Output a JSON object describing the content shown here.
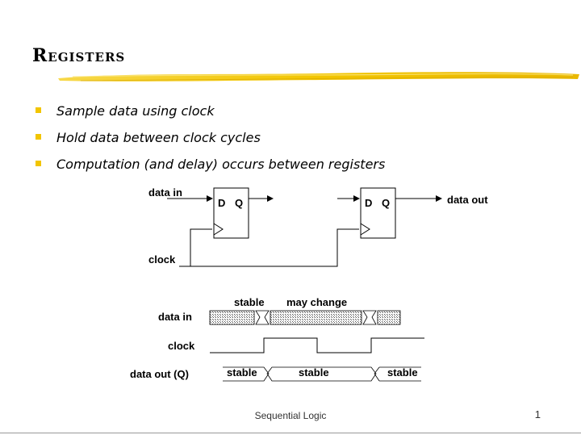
{
  "slide": {
    "title": "Registers",
    "bullets": [
      "Sample data using clock",
      "Hold data between clock cycles",
      "Computation (and delay) occurs between registers"
    ],
    "footer": "Sequential Logic",
    "page_number": "1",
    "accent_color": "#f2c500"
  },
  "circuit": {
    "input_label": "data in",
    "output_label": "data out",
    "clock_label": "clock",
    "register_1": {
      "d": "D",
      "q": "Q"
    },
    "register_2": {
      "d": "D",
      "q": "Q"
    }
  },
  "timing": {
    "rows": [
      "data in",
      "clock",
      "data out (Q)"
    ],
    "top_labels": [
      "stable",
      "may change"
    ],
    "output_labels": [
      "stable",
      "stable",
      "stable"
    ]
  }
}
